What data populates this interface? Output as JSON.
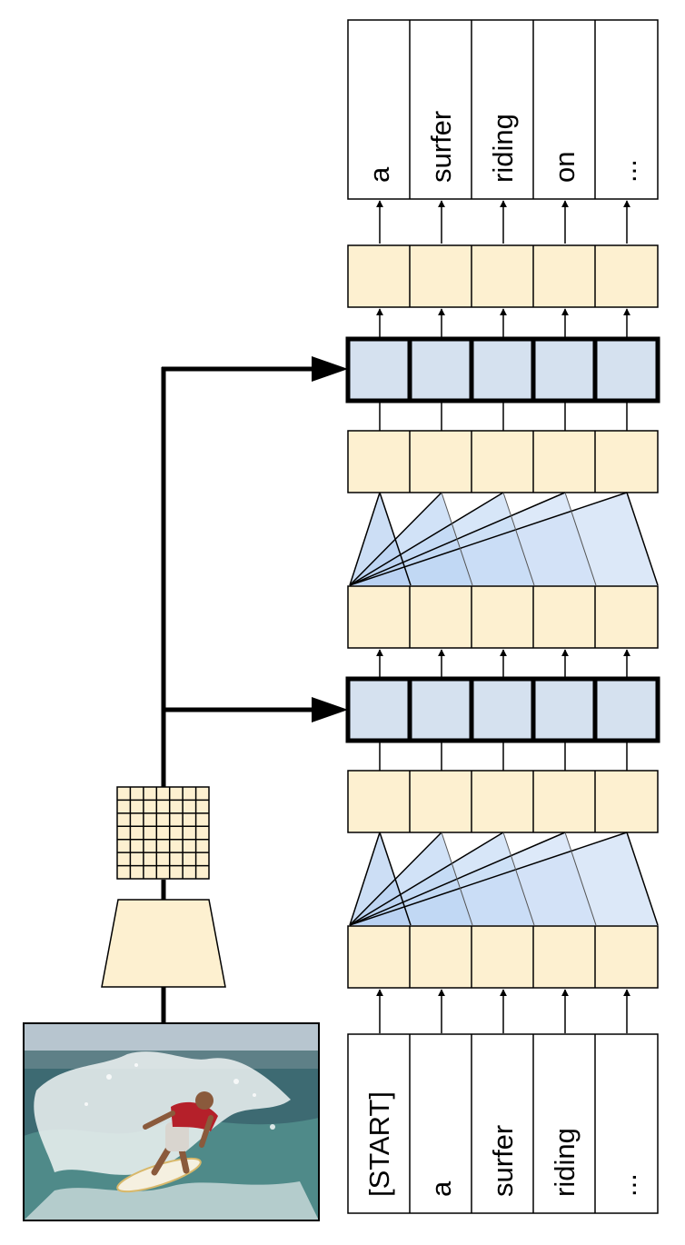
{
  "colors": {
    "cream": "#fdf0d0",
    "blue": "#d5e1ef",
    "fan_light": "#dce8f8",
    "fan_mid": "#c6dbf5",
    "sea": "#3d6a72",
    "sky": "#b7c5cf",
    "foam": "#eef3f3",
    "stroke": "#000000"
  },
  "output_tokens": [
    "a",
    "surfer",
    "riding",
    "on",
    "..."
  ],
  "input_tokens": [
    "[START]",
    "a",
    "surfer",
    "riding",
    "..."
  ],
  "image": {
    "subject": "surfer",
    "icon": "surfer-photo"
  }
}
